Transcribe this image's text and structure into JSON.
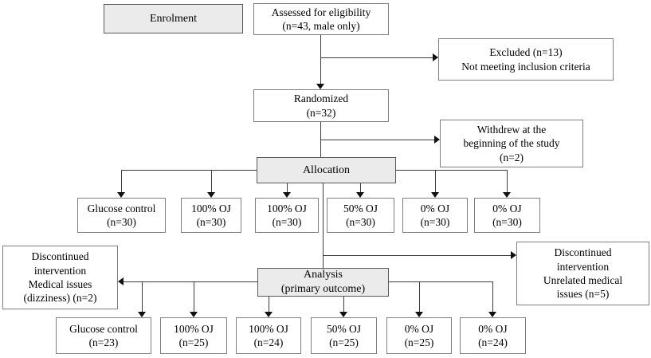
{
  "stages": {
    "enrolment": {
      "label": "Enrolment"
    },
    "assessed": {
      "label": "Assessed for eligibility\n(n=43, male only)"
    },
    "excluded": {
      "label": "Excluded (n=13)\nNot meeting inclusion criteria"
    },
    "randomized": {
      "label": "Randomized\n(n=32)"
    },
    "withdrew": {
      "label": "Withdrew at the\nbeginning of the study\n(n=2)"
    },
    "allocation": {
      "label": "Allocation"
    },
    "discontinued_left": {
      "label": "Discontinued\nintervention\nMedical issues\n(dizziness) (n=2)"
    },
    "analysis": {
      "label": "Analysis\n(primary outcome)"
    },
    "discontinued_right": {
      "label": "Discontinued\nintervention\nUnrelated medical\nissues (n=5)"
    }
  },
  "allocation_arms": [
    {
      "label": "Glucose control\n(n=30)"
    },
    {
      "label": "100% OJ\n(n=30)"
    },
    {
      "label": "100% OJ\n(n=30)"
    },
    {
      "label": "50% OJ\n(n=30)"
    },
    {
      "label": "0% OJ\n(n=30)"
    },
    {
      "label": "0% OJ\n(n=30)"
    }
  ],
  "analysis_arms": [
    {
      "label": "Glucose control\n(n=23)"
    },
    {
      "label": "100% OJ\n(n=25)"
    },
    {
      "label": "100% OJ\n(n=24)"
    },
    {
      "label": "50% OJ\n(n=25)"
    },
    {
      "label": "0% OJ\n(n=25)"
    },
    {
      "label": "0% OJ\n(n=24)"
    }
  ],
  "colors": {
    "stage_fill": "#ebebeb",
    "stage_border": "#595959",
    "box_border": "#7f7f7f",
    "line": "#3d3d3d",
    "arrow": "#111111",
    "text": "#000000",
    "background": "#ffffff"
  }
}
